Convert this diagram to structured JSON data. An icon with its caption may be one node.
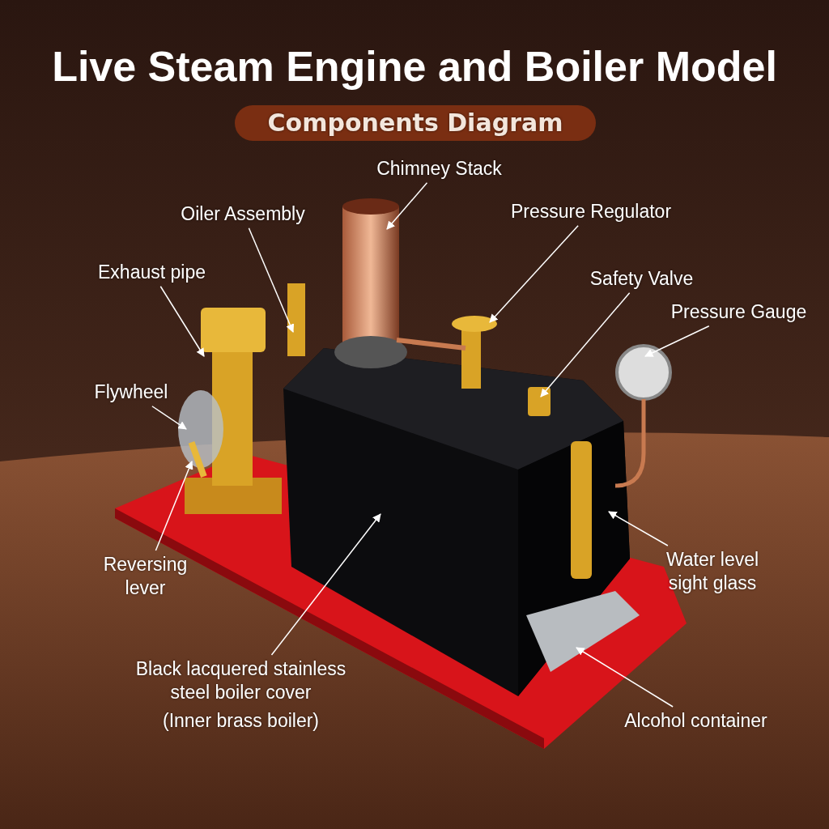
{
  "diagram": {
    "title": "Live Steam Engine and Boiler Model",
    "nodes": [
      {
        "text": [
          "Components Diagram"
        ]
      },
      {
        "text": [
          "Chimney Stack"
        ]
      },
      {
        "text": [
          "Oiler Assembly"
        ]
      },
      {
        "text": [
          "Pressure Regulator"
        ]
      },
      {
        "text": [
          "Exhaust pipe"
        ]
      },
      {
        "text": [
          "Safety Valve"
        ]
      },
      {
        "text": [
          "Pressure Gauge"
        ]
      },
      {
        "text": [
          "Flywheel"
        ]
      },
      {
        "text": [
          "Reversing lever"
        ]
      },
      {
        "text": [
          "Water level sight glass"
        ]
      },
      {
        "text": [
          "Black lacquered stainless steel boiler cover",
          "(Inner brass boiler)"
        ]
      },
      {
        "text": [
          "Alcohol container"
        ]
      }
    ],
    "edges": [
      {
        "from": 1,
        "to": null,
        "arrow": "to"
      },
      {
        "from": 2,
        "to": null,
        "arrow": "to"
      },
      {
        "from": 3,
        "to": null,
        "arrow": "to"
      },
      {
        "from": 4,
        "to": null,
        "arrow": "to"
      },
      {
        "from": 5,
        "to": null,
        "arrow": "to"
      },
      {
        "from": 6,
        "to": null,
        "arrow": "to"
      },
      {
        "from": 7,
        "to": null,
        "arrow": "to"
      },
      {
        "from": 8,
        "to": null,
        "arrow": "to"
      },
      {
        "from": 9,
        "to": null,
        "arrow": "to"
      },
      {
        "from": 10,
        "to": null,
        "arrow": "to"
      },
      {
        "from": 11,
        "to": null,
        "arrow": "to"
      }
    ]
  }
}
